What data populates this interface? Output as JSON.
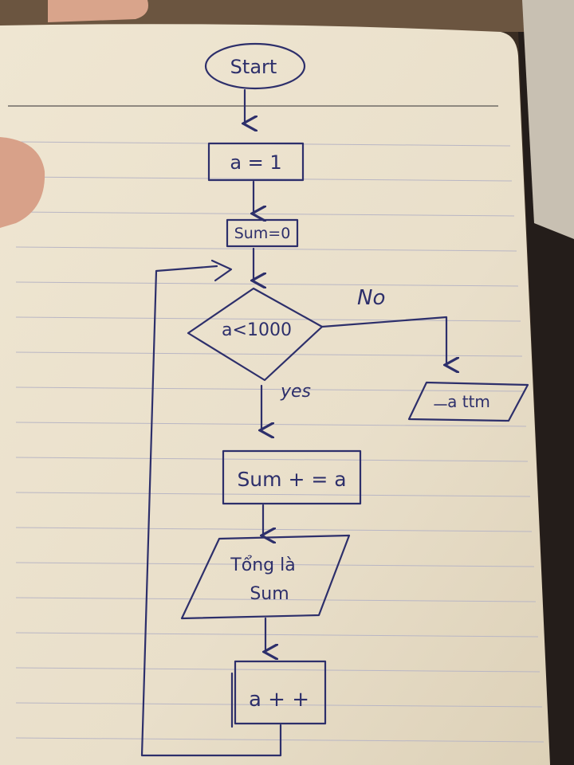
{
  "flowchart": {
    "start": "Start",
    "init_a": "a = 1",
    "init_sum": "Sum=0",
    "condition": "a<1000",
    "branch_no": "No",
    "branch_yes": "yes",
    "no_output": "a ttm",
    "add_step": "Sum + = a",
    "output_line1": "Tổng là",
    "output_line2": "Sum",
    "increment": "a + +"
  },
  "colors": {
    "paper": "#ece3cf",
    "ink": "#2d2f6b",
    "rule_lines": "#b9b6c4",
    "background": "#3a2d22"
  }
}
